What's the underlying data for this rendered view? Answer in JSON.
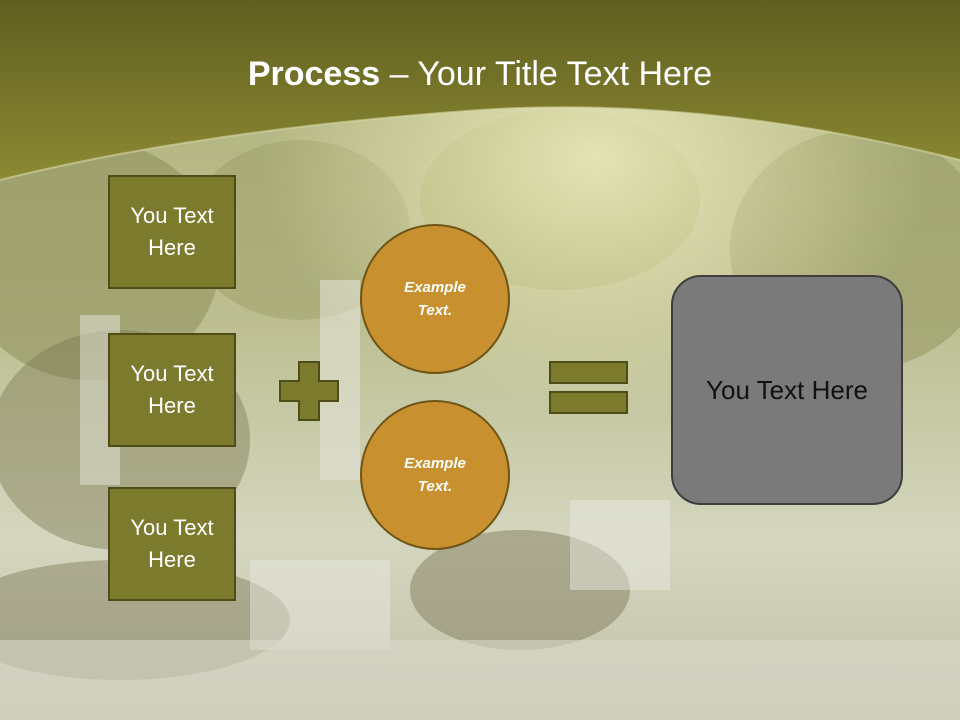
{
  "title": {
    "bold": "Process",
    "rest": " – Your Title Text Here"
  },
  "left_boxes": [
    "You Text Here",
    "You Text Here",
    "You Text Here"
  ],
  "circles": [
    "Example Text.",
    "Example Text."
  ],
  "result_box": "You Text Here",
  "operators": {
    "plus": "plus-icon",
    "equals": "equals-icon"
  },
  "colors": {
    "header": "#7b7a2d",
    "box_fill": "#7b7a2d",
    "circle_fill": "#c9902f",
    "result_fill": "#7a7a7a"
  }
}
